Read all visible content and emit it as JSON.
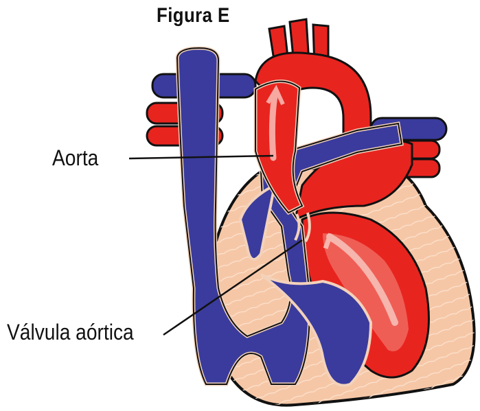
{
  "figure": {
    "title": "Figura E",
    "labels": {
      "aorta": "Aorta",
      "aortic_valve": "Válvula aórtica"
    }
  },
  "colors": {
    "deoxygenated_blue": "#3a3b9c",
    "oxygenated_red": "#e8241f",
    "aorta_highlight": "#f2a09b",
    "myocardium": "#f6c7a6",
    "outline": "#111111",
    "vessel_rim": "#f3d2bb"
  }
}
